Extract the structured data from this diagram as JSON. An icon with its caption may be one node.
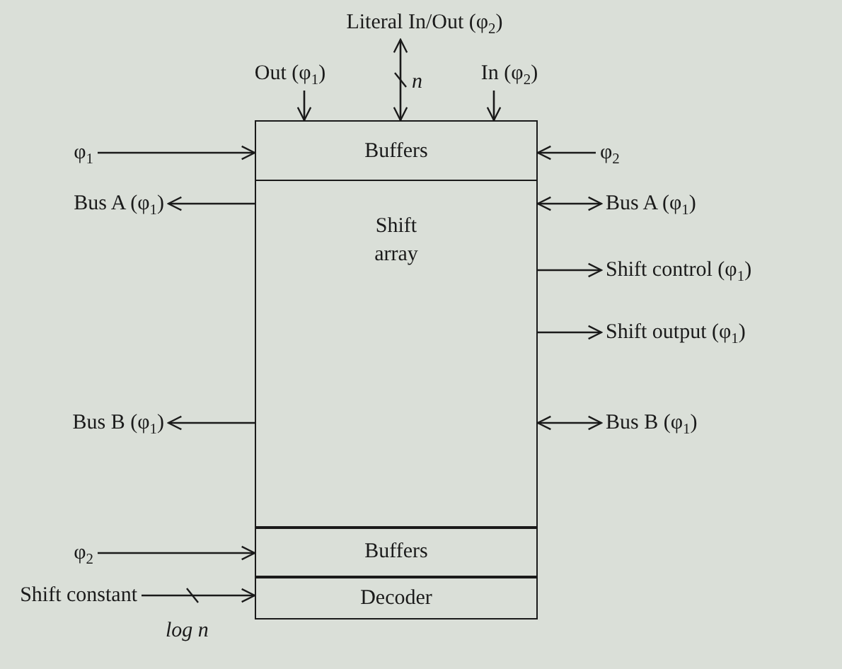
{
  "diagram": {
    "nodes": [
      {
        "text": [
          "Buffers"
        ]
      },
      {
        "text": [
          "Shift array"
        ]
      },
      {
        "text": [
          "Buffers"
        ]
      },
      {
        "text": [
          "Decoder"
        ]
      },
      {
        "text": [
          "Literal In/Out (φ$_{2}$)"
        ]
      },
      {
        "text": [
          "Out (φ$_{1}$)"
        ]
      },
      {
        "text": [
          "In (φ$_{2}$)"
        ]
      },
      {
        "text": [
          "φ$_{1}$"
        ]
      },
      {
        "text": [
          "φ$_{2}$"
        ]
      },
      {
        "text": [
          "Bus A (φ$_{1}$)"
        ]
      },
      {
        "text": [
          "Bus A (φ$_{1}$)"
        ]
      },
      {
        "text": [
          "Shift control (φ$_{1}$)"
        ]
      },
      {
        "text": [
          "Shift output (φ$_{1}$)"
        ]
      },
      {
        "text": [
          "Bus B (φ$_{1}$)"
        ]
      },
      {
        "text": [
          "Bus B (φ$_{1}$)"
        ]
      },
      {
        "text": [
          "φ$_{2}$"
        ]
      },
      {
        "text": [
          "Shift constant"
        ]
      }
    ],
    "edges": [
      {
        "from": 0,
        "to": 4,
        "arrow": "both",
        "label": "n"
      },
      {
        "from": 5,
        "to": 0,
        "arrow": "to"
      },
      {
        "from": 6,
        "to": 0,
        "arrow": "to"
      },
      {
        "from": 7,
        "to": 0,
        "arrow": "to"
      },
      {
        "from": 8,
        "to": 0,
        "arrow": "to"
      },
      {
        "from": 1,
        "to": 9,
        "arrow": "to"
      },
      {
        "from": 1,
        "to": 10,
        "arrow": "both"
      },
      {
        "from": 1,
        "to": 11,
        "arrow": "to"
      },
      {
        "from": 1,
        "to": 12,
        "arrow": "to"
      },
      {
        "from": 1,
        "to": 13,
        "arrow": "to"
      },
      {
        "from": 1,
        "to": 14,
        "arrow": "both"
      },
      {
        "from": 15,
        "to": 2,
        "arrow": "to"
      },
      {
        "from": 16,
        "to": 3,
        "arrow": "to",
        "label": "log n"
      }
    ]
  }
}
